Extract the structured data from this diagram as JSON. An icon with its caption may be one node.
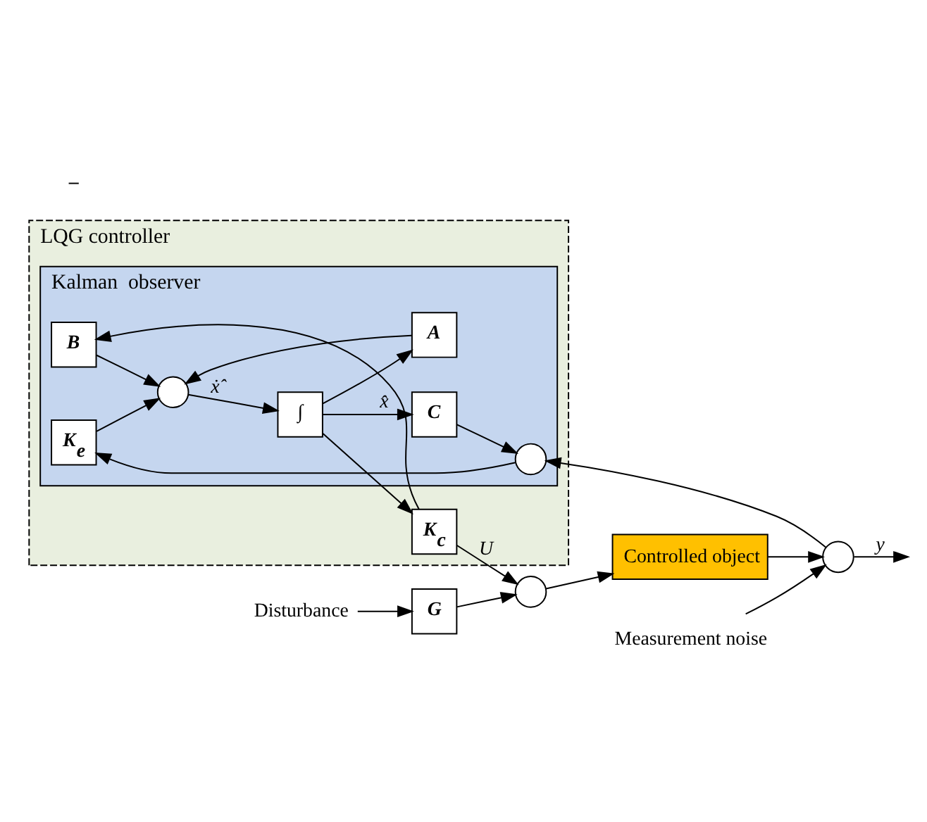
{
  "diagram": {
    "nodes": [
      {
        "text": [
          "LQG controller"
        ]
      },
      {
        "text": [
          "Kalman  observer"
        ],
        "in": 0
      },
      {
        "text": [
          "Disturbance"
        ]
      },
      {
        "text": [
          "G"
        ]
      },
      {
        "text": [],
        "shape": "circle"
      },
      {
        "text": [
          "Controlled object"
        ]
      },
      {
        "text": [
          "Measurement noise"
        ]
      },
      {
        "text": [],
        "shape": "circle"
      },
      {
        "text": [
          "K$_{e}$"
        ],
        "in": 1
      },
      {
        "text": [],
        "shape": "circle",
        "in": 1
      },
      {
        "text": [
          "B"
        ],
        "in": 1
      },
      {
        "text": [],
        "shape": "circle",
        "in": 1
      },
      {
        "text": [
          "∫"
        ],
        "in": 1
      },
      {
        "text": [
          "C"
        ],
        "in": 1
      },
      {
        "text": [
          "A"
        ],
        "in": 1
      },
      {
        "text": [
          "K$_{c}$"
        ],
        "in": 0
      }
    ],
    "edges": [
      {
        "from": 2,
        "to": 3,
        "arrow": "to"
      },
      {
        "from": 3,
        "to": 4,
        "arrow": "to"
      },
      {
        "from": 4,
        "to": 5,
        "arrow": "to"
      },
      {
        "from": 5,
        "to": 7,
        "arrow": "to"
      },
      {
        "from": 6,
        "to": 7,
        "arrow": "to"
      },
      {
        "from": 7,
        "to": null,
        "arrow": "to",
        "label": "y"
      },
      {
        "from": 7,
        "to": 9,
        "arrow": "to"
      },
      {
        "from": 9,
        "to": 8,
        "arrow": "to"
      },
      {
        "from": 8,
        "to": 11,
        "arrow": "to"
      },
      {
        "from": 10,
        "to": 11,
        "arrow": "to"
      },
      {
        "from": 11,
        "to": 12,
        "arrow": "to",
        "label": "ẋ̂"
      },
      {
        "from": 12,
        "to": 13,
        "arrow": "to",
        "label": "x̂"
      },
      {
        "from": 13,
        "to": 9,
        "arrow": "to"
      },
      {
        "from": 12,
        "to": 14,
        "arrow": "to"
      },
      {
        "from": 14,
        "to": 11,
        "arrow": "to"
      },
      {
        "from": 12,
        "to": 15,
        "arrow": "to"
      },
      {
        "from": 15,
        "to": 4,
        "arrow": "to",
        "label": "U"
      },
      {
        "from": 15,
        "to": 10,
        "arrow": "to"
      }
    ],
    "labels": [
      "–"
    ]
  }
}
